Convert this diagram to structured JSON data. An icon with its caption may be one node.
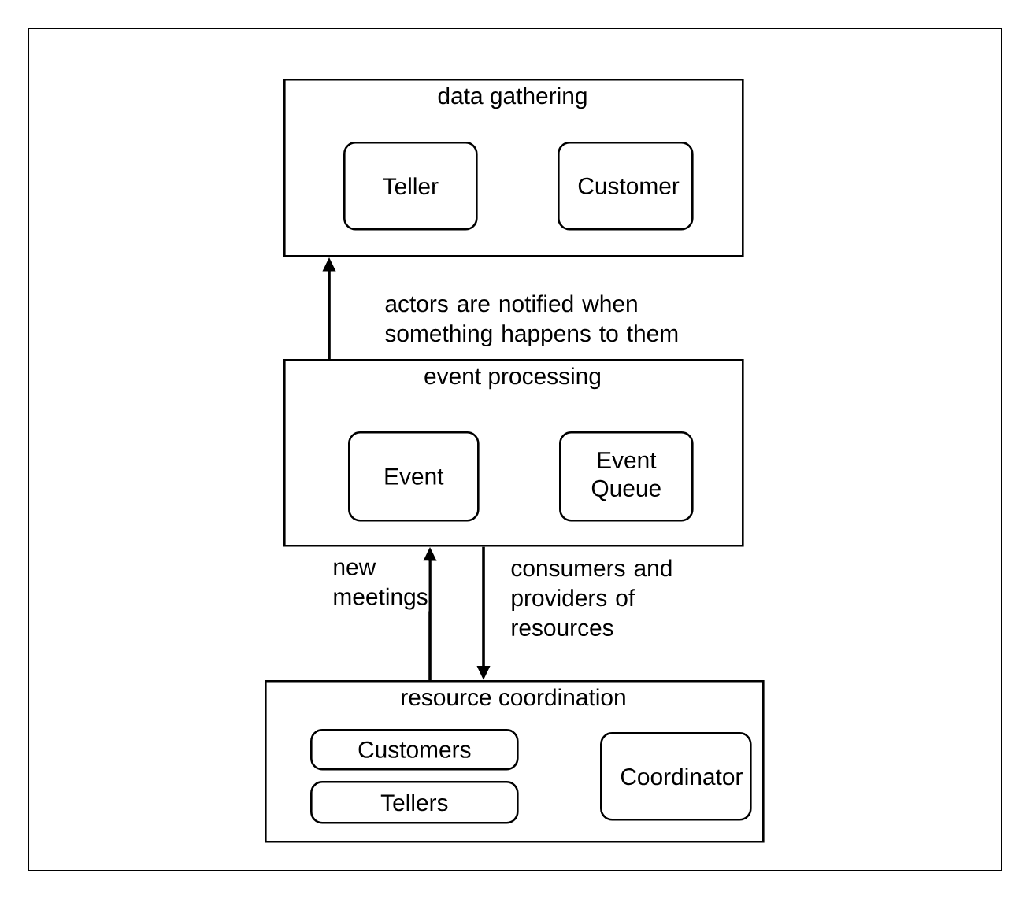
{
  "diagram": {
    "nodes": [
      {
        "text": [
          "data gathering"
        ]
      },
      {
        "text": [
          "Teller"
        ],
        "in": 0
      },
      {
        "text": [
          "Customer"
        ],
        "in": 0
      },
      {
        "text": [
          "event processing"
        ]
      },
      {
        "text": [
          "Event"
        ],
        "in": 3
      },
      {
        "text": [
          "Event Queue"
        ],
        "in": 3
      },
      {
        "text": [
          "resource coordination"
        ]
      },
      {
        "text": [
          "Customers"
        ],
        "in": 6
      },
      {
        "text": [
          "Tellers"
        ],
        "in": 6
      },
      {
        "text": [
          "Coordinator"
        ],
        "in": 6
      }
    ],
    "edges": [
      {
        "from": 3,
        "to": 0,
        "arrow": "to",
        "label": "actors are notified when something happens to them"
      },
      {
        "from": 6,
        "to": 3,
        "arrow": "to",
        "label": "new meetings"
      },
      {
        "from": 3,
        "to": 6,
        "arrow": "to",
        "label": "consumers and providers of resources"
      }
    ]
  }
}
